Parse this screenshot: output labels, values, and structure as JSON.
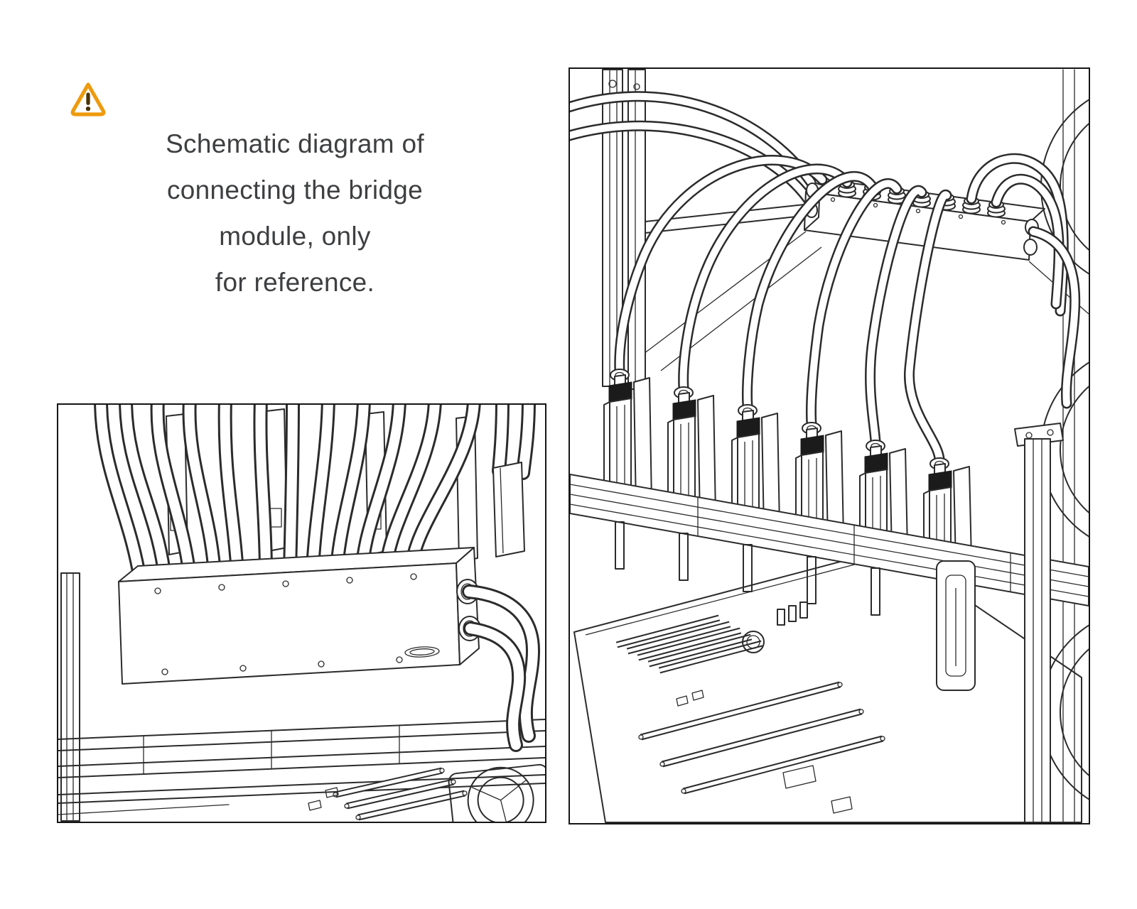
{
  "caption": {
    "lines": [
      "Schematic diagram of",
      "connecting the bridge",
      "module, only",
      "for reference."
    ]
  },
  "icons": {
    "warning": "warning-triangle-icon"
  },
  "colors": {
    "warning_orange": "#EE9A0D",
    "line": "#2b2b2b",
    "text": "#3e3f41",
    "background": "#ffffff"
  },
  "figures": {
    "left": {
      "name": "bridge-module-closeup"
    },
    "right": {
      "name": "bridge-module-connection-overview"
    }
  }
}
